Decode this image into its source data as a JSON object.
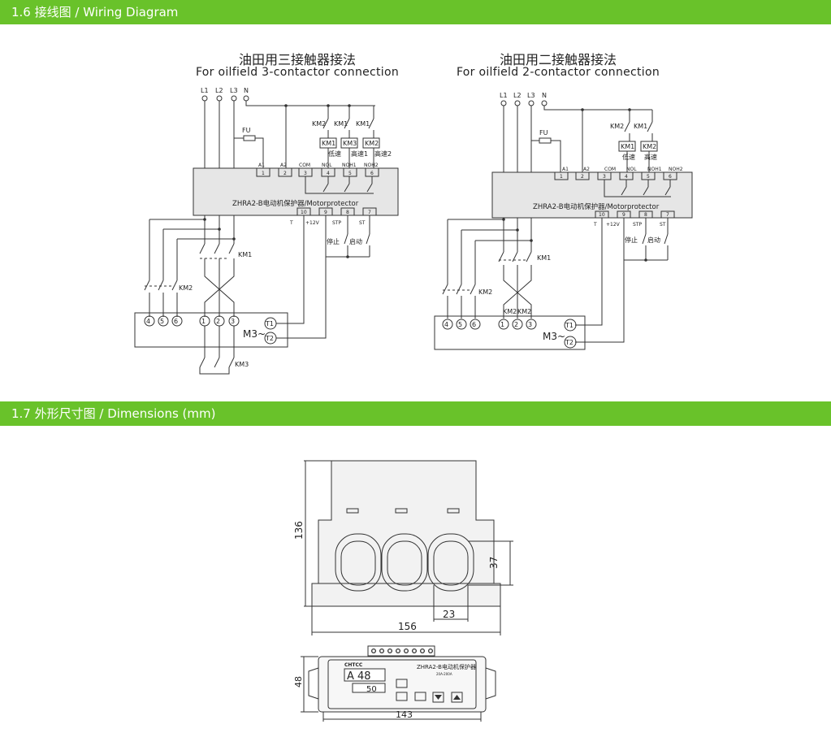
{
  "sections": {
    "wiring": {
      "heading": "1.6 接线图 / Wiring Diagram"
    },
    "dimensions": {
      "heading": "1.7 外形尺寸图 / Dimensions (mm)"
    }
  },
  "left_diagram": {
    "title_cn": "油田用三接触器接法",
    "title_en": "For oilfield 3-contactor connection",
    "lines": [
      "L1",
      "L2",
      "L3",
      "N"
    ],
    "fuse": "FU",
    "contacts": [
      "KM2",
      "KM1",
      "KM1"
    ],
    "coils": [
      "KM1",
      "KM3",
      "KM2"
    ],
    "coil_labels": [
      "低速",
      "高速1",
      "高速2"
    ],
    "terminal_labels": [
      "A1",
      "A2",
      "COM",
      "NOL",
      "NOH1",
      "NOH2"
    ],
    "terminal_numbers": [
      "1",
      "2",
      "3",
      "4",
      "5",
      "6"
    ],
    "device_label": "ZHRA2-B电动机保护器/Motorprotector",
    "bottom_terminals": [
      "10",
      "9",
      "8",
      "7"
    ],
    "bottom_labels": [
      "T",
      "+12V",
      "STP",
      "ST"
    ],
    "stop_label": "停止",
    "start_label": "启动",
    "contactor_km1": "KM1",
    "contactor_km2": "KM2",
    "contactor_km3": "KM3",
    "motor_terminals": [
      "4",
      "5",
      "6",
      "1",
      "2",
      "3"
    ],
    "motor_label": "M3~",
    "t1": "T1",
    "t2": "T2"
  },
  "right_diagram": {
    "title_cn": "油田用二接触器接法",
    "title_en": "For oilfield 2-contactor connection",
    "lines": [
      "L1",
      "L2",
      "L3",
      "N"
    ],
    "fuse": "FU",
    "contacts": [
      "KM2",
      "KM1"
    ],
    "coils": [
      "KM1",
      "KM2"
    ],
    "coil_labels": [
      "低速",
      "高速"
    ],
    "terminal_labels": [
      "A1",
      "A2",
      "COM",
      "NOL",
      "NOH1",
      "NOH2"
    ],
    "terminal_numbers": [
      "1",
      "2",
      "3",
      "4",
      "5",
      "6"
    ],
    "device_label": "ZHRA2-B电动机保护器/Motorprotector",
    "bottom_terminals": [
      "10",
      "9",
      "8",
      "7"
    ],
    "bottom_labels": [
      "T",
      "+12V",
      "STP",
      "ST"
    ],
    "stop_label": "停止",
    "start_label": "启动",
    "contactor_km1": "KM1",
    "contactor_km2": "KM2",
    "km2_pair": [
      "KM2",
      "KM2"
    ],
    "motor_terminals": [
      "4",
      "5",
      "6",
      "1",
      "2",
      "3"
    ],
    "motor_label": "M3~",
    "t1": "T1",
    "t2": "T2"
  },
  "dimensions": {
    "height": "136",
    "hole_height": "37",
    "hole_width": "23",
    "width": "156",
    "front_height": "48",
    "front_width": "143",
    "brand": "CHTCC",
    "model": "ZHRA2-B电动机保护器",
    "range": "20A-200A",
    "display_top": "A 48",
    "display_bottom": "50"
  }
}
